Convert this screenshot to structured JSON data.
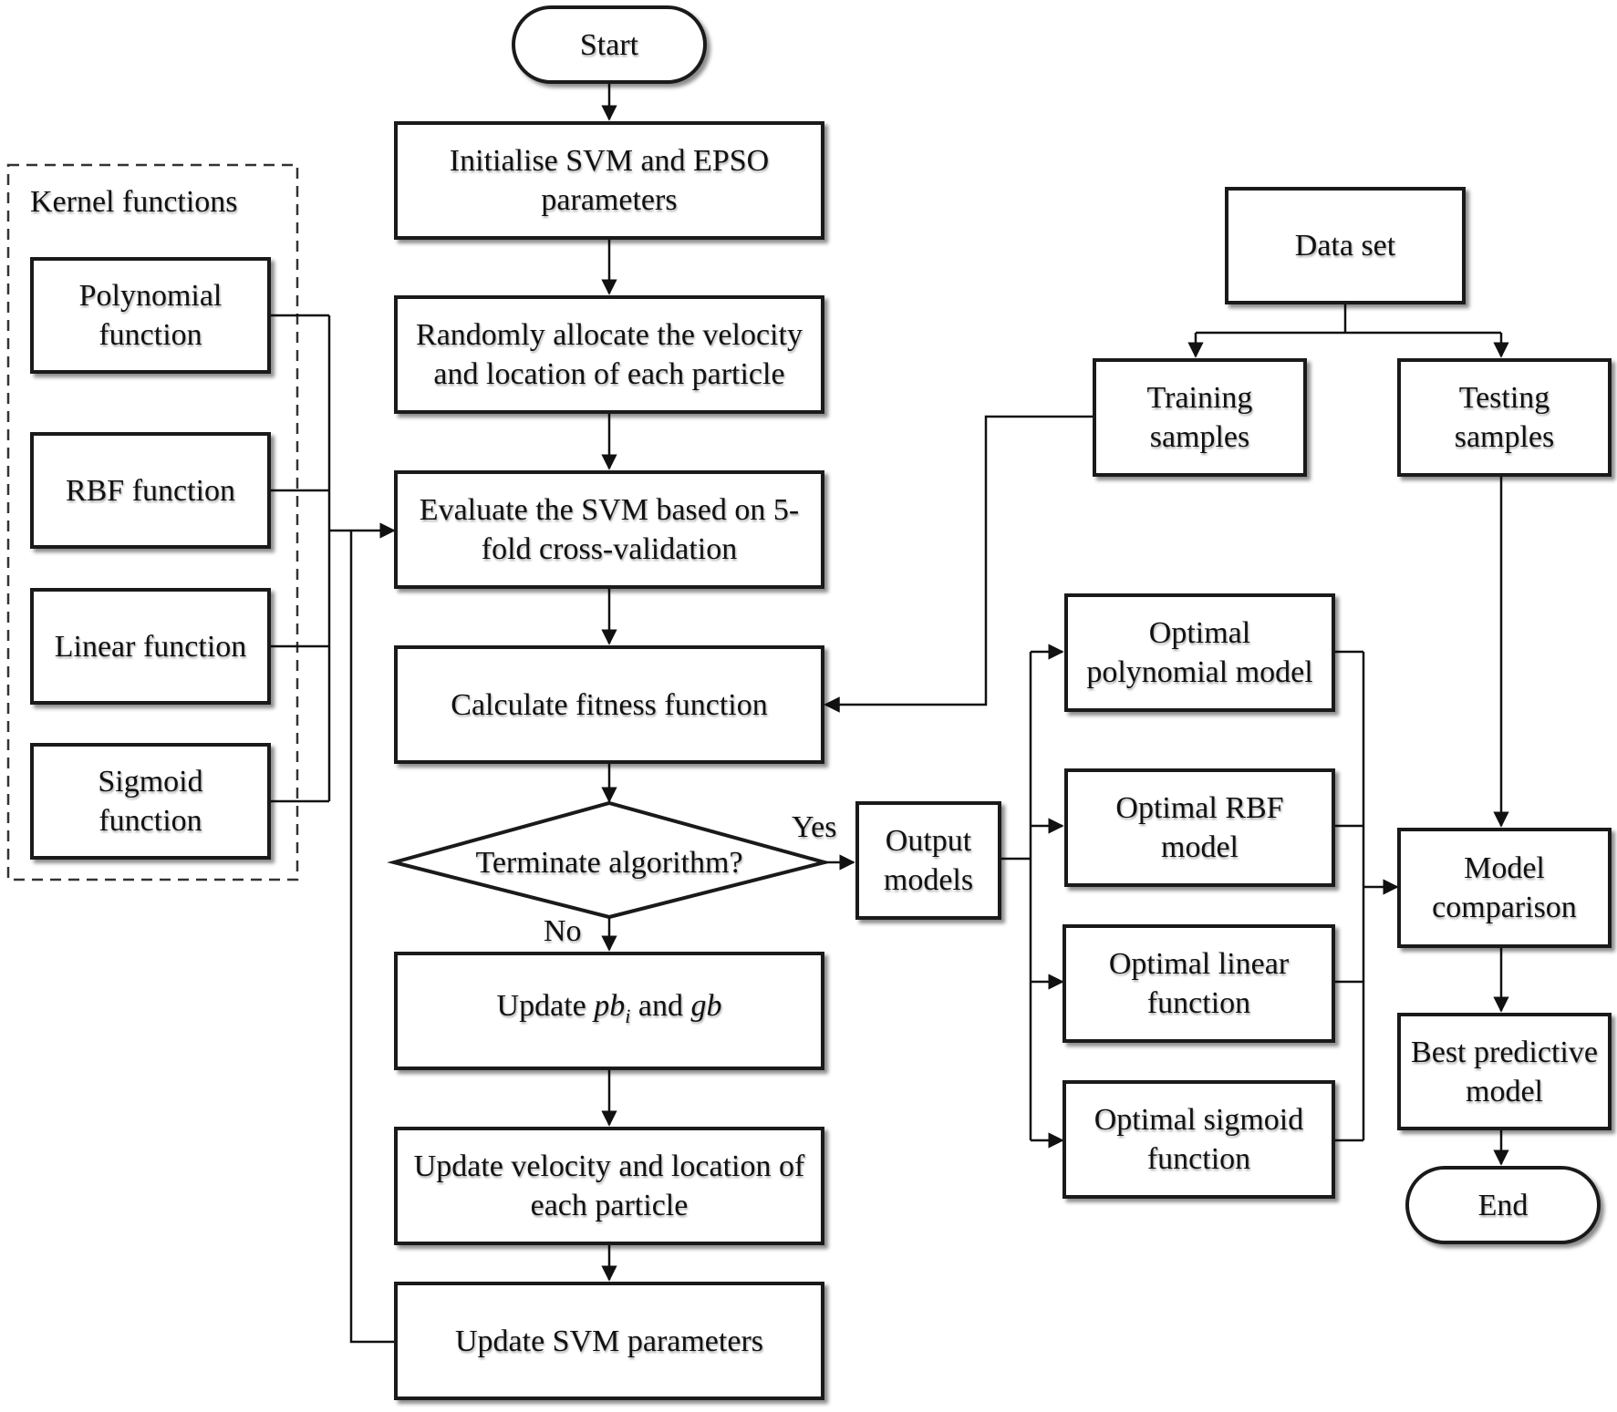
{
  "nodes": {
    "start": "Start",
    "init": "Initialise SVM and EPSO\nparameters",
    "random": "Randomly allocate the velocity\nand location of each particle",
    "evaluate": "Evaluate the SVM based on 5-\nfold cross-validation",
    "fitness": "Calculate fitness function",
    "terminate": "Terminate algorithm?",
    "update_pb": {
      "prefix": "Update ",
      "pb": "pb",
      "sub": "i",
      "mid": " and ",
      "gb": "gb"
    },
    "update_velocity": "Update velocity and location of\neach particle",
    "update_svm": "Update SVM parameters",
    "kernel_title": "Kernel functions",
    "polynomial": "Polynomial\nfunction",
    "rbf": "RBF function",
    "linear": "Linear function",
    "sigmoid": "Sigmoid\nfunction",
    "dataset": "Data set",
    "training": "Training\nsamples",
    "testing": "Testing\nsamples",
    "output": "Output\nmodels",
    "opt_poly": "Optimal\npolynomial model",
    "opt_rbf": "Optimal RBF\nmodel",
    "opt_linear": "Optimal linear\nfunction",
    "opt_sigmoid": "Optimal sigmoid\nfunction",
    "comparison": "Model\ncomparison",
    "best": "Best predictive\nmodel",
    "end": "End"
  },
  "labels": {
    "yes": "Yes",
    "no": "No"
  }
}
